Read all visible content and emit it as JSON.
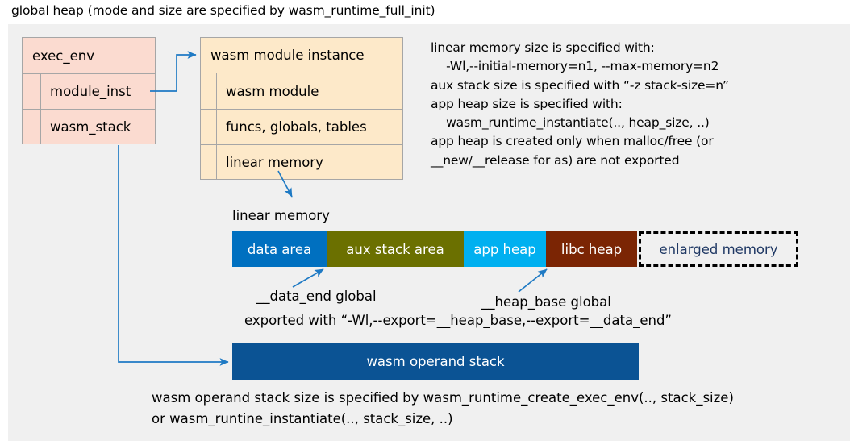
{
  "title": "global heap (mode and size are specified by wasm_runtime_full_init)",
  "colors": {
    "panel_bg": "#f0f0f0",
    "exec_env_fill": "#fbdbd0",
    "module_inst_fill": "#fde9c9",
    "box_border": "#a6a6a6",
    "connector": "#1f7ac4",
    "data_area": "#0070c0",
    "aux_stack_area": "#6b7000",
    "app_heap": "#00b0f0",
    "libc_heap": "#7b2504",
    "enlarged_memory_text": "#1f3864",
    "operand_stack": "#0b5394"
  },
  "exec_env": {
    "header": "exec_env",
    "rows": [
      {
        "label": "module_inst"
      },
      {
        "label": "wasm_stack"
      }
    ]
  },
  "module_instance": {
    "header": "wasm module instance",
    "rows": [
      {
        "label": "wasm module"
      },
      {
        "label": "funcs, globals, tables"
      },
      {
        "label": "linear memory"
      }
    ]
  },
  "notes": "linear memory size is specified with:\n    -Wl,--initial-memory=n1, --max-memory=n2\naux stack size is specified with “-z stack-size=n”\napp heap size is specified with:\n    wasm_runtime_instantiate(.., heap_size, ..)\napp heap is created only when malloc/free (or\n__new/__release for as) are not exported",
  "linear_memory": {
    "label": "linear memory",
    "segments": [
      {
        "name": "data area",
        "label": "data area",
        "color": "#0070c0",
        "width": 117
      },
      {
        "name": "aux stack area",
        "label": "aux stack area",
        "color": "#6b7000",
        "width": 170
      },
      {
        "name": "app heap",
        "label": "app heap",
        "color": "#00b0f0",
        "width": 102
      },
      {
        "name": "libc heap",
        "label": "libc heap",
        "color": "#7b2504",
        "width": 113
      },
      {
        "name": "enlarged memory",
        "label": "enlarged memory",
        "color": "#f0f0f0",
        "width": 198
      }
    ]
  },
  "annotations": {
    "data_end": "__data_end global",
    "heap_base": "__heap_base global",
    "exported": "exported with “-Wl,--export=__heap_base,--export=__data_end”"
  },
  "operand_stack": {
    "label": "wasm operand stack",
    "note": "wasm operand stack size is specified by wasm_runtime_create_exec_env(.., stack_size)\nor wasm_runtine_instantiate(.., stack_size, ..)"
  }
}
